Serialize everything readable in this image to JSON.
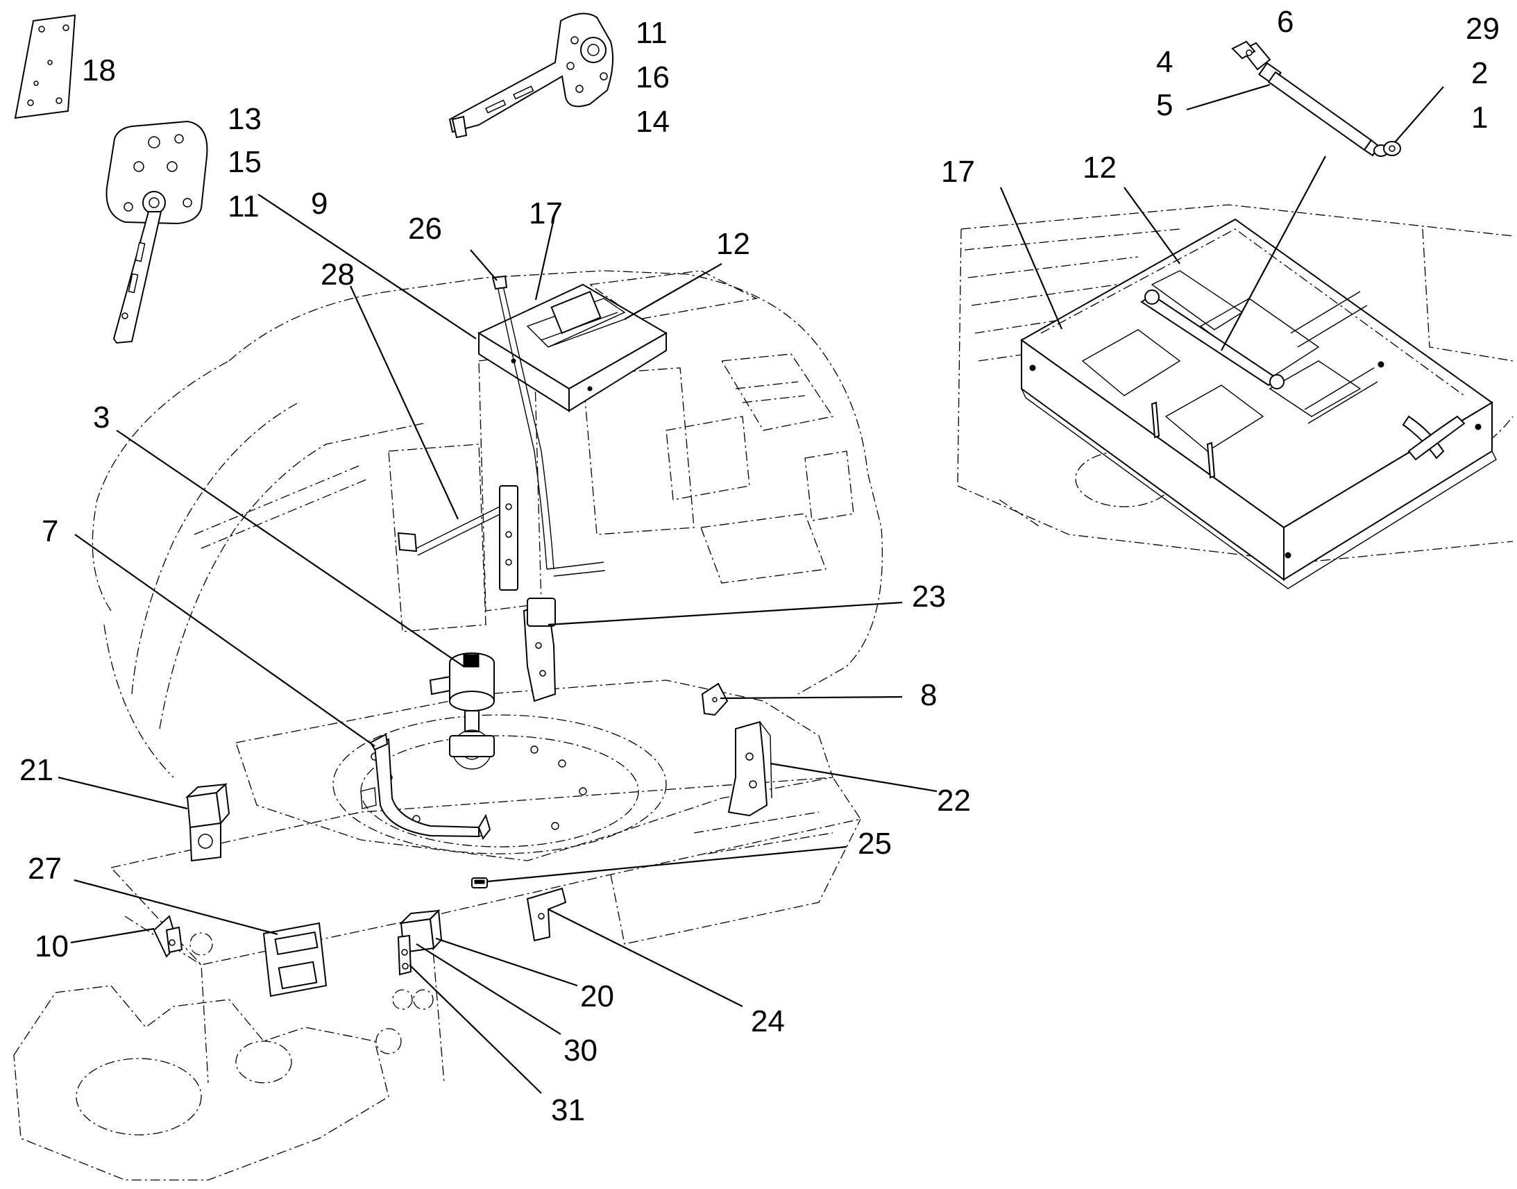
{
  "callouts": [
    {
      "id": "c18",
      "text": "18"
    },
    {
      "id": "c13",
      "text": "13"
    },
    {
      "id": "c15",
      "text": "15"
    },
    {
      "id": "c11a",
      "text": "11"
    },
    {
      "id": "c11b",
      "text": "11"
    },
    {
      "id": "c16",
      "text": "16"
    },
    {
      "id": "c14",
      "text": "14"
    },
    {
      "id": "c9",
      "text": "9"
    },
    {
      "id": "c26",
      "text": "26"
    },
    {
      "id": "c17a",
      "text": "17"
    },
    {
      "id": "c12a",
      "text": "12"
    },
    {
      "id": "c28",
      "text": "28"
    },
    {
      "id": "c3",
      "text": "3"
    },
    {
      "id": "c7",
      "text": "7"
    },
    {
      "id": "c23",
      "text": "23"
    },
    {
      "id": "c8",
      "text": "8"
    },
    {
      "id": "c22",
      "text": "22"
    },
    {
      "id": "c21",
      "text": "21"
    },
    {
      "id": "c25",
      "text": "25"
    },
    {
      "id": "c27",
      "text": "27"
    },
    {
      "id": "c10",
      "text": "10"
    },
    {
      "id": "c20",
      "text": "20"
    },
    {
      "id": "c24",
      "text": "24"
    },
    {
      "id": "c30",
      "text": "30"
    },
    {
      "id": "c31",
      "text": "31"
    },
    {
      "id": "c6",
      "text": "6"
    },
    {
      "id": "c29",
      "text": "29"
    },
    {
      "id": "c4",
      "text": "4"
    },
    {
      "id": "c2",
      "text": "2"
    },
    {
      "id": "c5",
      "text": "5"
    },
    {
      "id": "c1",
      "text": "1"
    },
    {
      "id": "c17b",
      "text": "17"
    },
    {
      "id": "c12b",
      "text": "12"
    }
  ]
}
